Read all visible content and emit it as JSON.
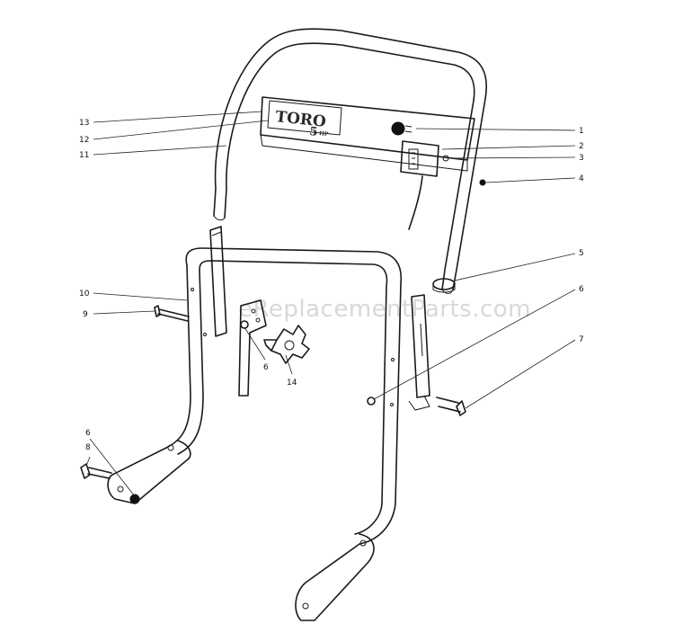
{
  "watermark": "eReplacementParts.com",
  "logo": {
    "brand": "TORO",
    "rating": "5",
    "unit": "HP"
  },
  "callouts": [
    {
      "id": "c1",
      "label": "1"
    },
    {
      "id": "c2",
      "label": "2"
    },
    {
      "id": "c3",
      "label": "3"
    },
    {
      "id": "c4",
      "label": "4"
    },
    {
      "id": "c5",
      "label": "5"
    },
    {
      "id": "c6a",
      "label": "6"
    },
    {
      "id": "c6b",
      "label": "6"
    },
    {
      "id": "c6c",
      "label": "6"
    },
    {
      "id": "c7",
      "label": "7"
    },
    {
      "id": "c8",
      "label": "8"
    },
    {
      "id": "c9",
      "label": "9"
    },
    {
      "id": "c10",
      "label": "10"
    },
    {
      "id": "c11",
      "label": "11"
    },
    {
      "id": "c12",
      "label": "12"
    },
    {
      "id": "c13",
      "label": "13"
    },
    {
      "id": "c14",
      "label": "14"
    }
  ]
}
